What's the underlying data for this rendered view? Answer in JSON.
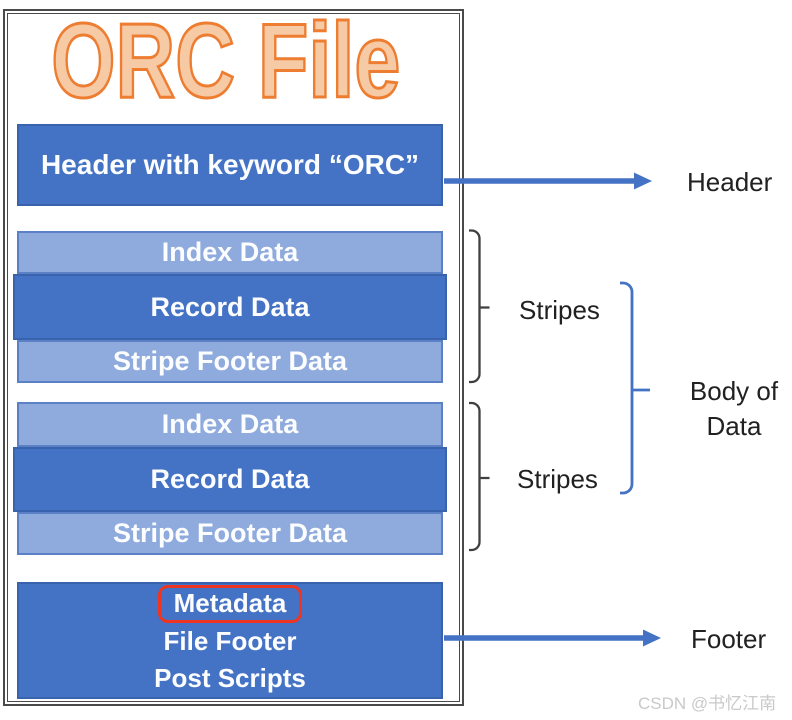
{
  "diagram": {
    "title": "ORC File",
    "header_box": "Header with keyword “ORC”",
    "stripe_groups": [
      {
        "index": "Index Data",
        "record": "Record Data",
        "stripe_footer": "Stripe Footer Data"
      },
      {
        "index": "Index Data",
        "record": "Record Data",
        "stripe_footer": "Stripe Footer Data"
      }
    ],
    "footer_box": {
      "metadata": "Metadata",
      "file_footer": "File Footer",
      "post_scripts": "Post Scripts"
    }
  },
  "annotations": {
    "header": "Header",
    "stripes_top": "Stripes",
    "stripes_bottom": "Stripes",
    "body_line1": "Body of",
    "body_line2": "Data",
    "footer": "Footer"
  },
  "watermark": "CSDN @书忆江南",
  "colors": {
    "dark_blue": "#4472c4",
    "light_blue": "#8faadc",
    "arrow_blue": "#4472c4",
    "brace_blue": "#4472c4",
    "bracket_gray": "#3f3f3f",
    "title_fill": "#f7caa6",
    "title_stroke": "#ed7d31",
    "highlight_red": "#ee3524",
    "container_border": "#4a4a4a",
    "watermark_gray": "#c9c9c9"
  }
}
